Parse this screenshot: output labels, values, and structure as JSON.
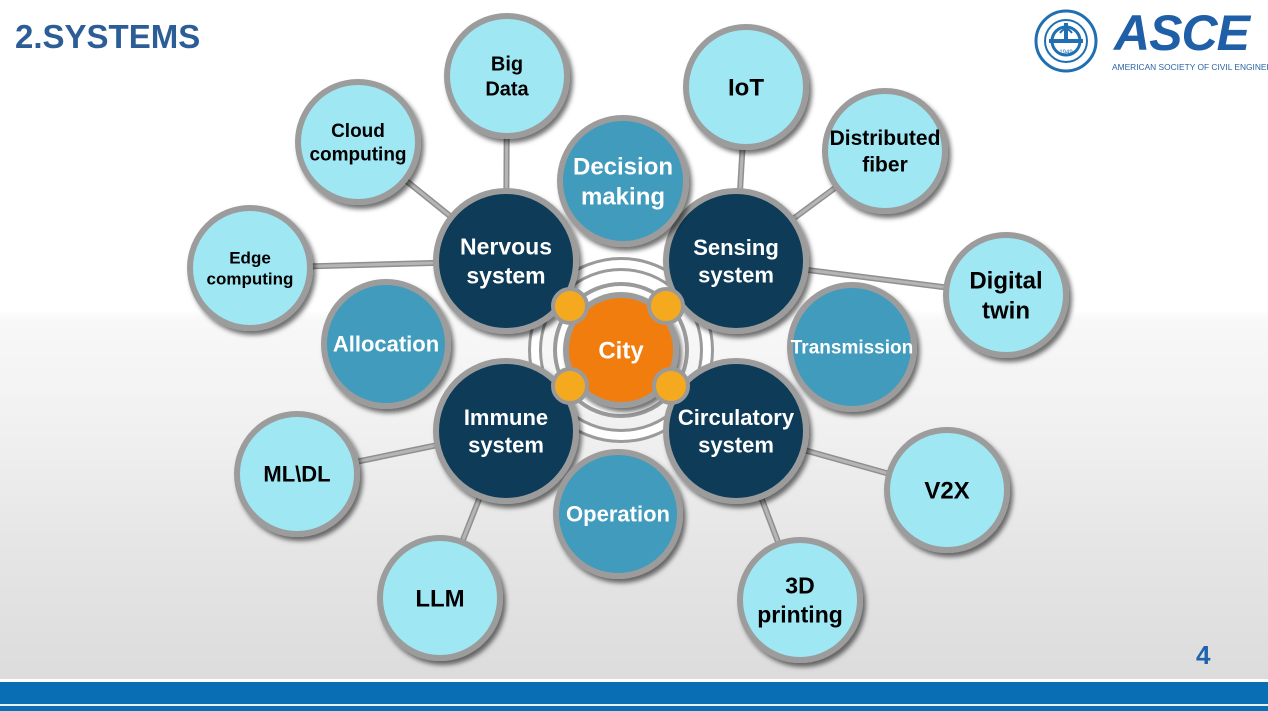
{
  "slide": {
    "title": "2.SYSTEMS",
    "page_number": "4",
    "logos": {
      "university": "Dalian University of Technology",
      "university_year": "1949",
      "asce_word": "ASCE",
      "asce_subtitle": "AMERICAN SOCIETY OF CIVIL ENGINEERS"
    }
  },
  "colors": {
    "title": "#2d5d97",
    "center": "#f07d0c",
    "connector_dot": "#f5a91e",
    "system": "#073a58",
    "function": "#3f9bbd",
    "technology": "#9fe7f3",
    "border": "#9c9c9c",
    "footer": "#0a6eb5"
  },
  "diagram": {
    "center": {
      "id": "city",
      "label": [
        "City"
      ]
    },
    "systems": [
      {
        "id": "nervous",
        "label": [
          "Nervous",
          "system"
        ]
      },
      {
        "id": "sensing",
        "label": [
          "Sensing",
          "system"
        ]
      },
      {
        "id": "immune",
        "label": [
          "Immune",
          "system"
        ]
      },
      {
        "id": "circulatory",
        "label": [
          "Circulatory",
          "system"
        ]
      }
    ],
    "functions": [
      {
        "id": "decision",
        "label": [
          "Decision",
          "making"
        ]
      },
      {
        "id": "allocation",
        "label": [
          "Allocation"
        ]
      },
      {
        "id": "transmission",
        "label": [
          "Transmission"
        ]
      },
      {
        "id": "operation",
        "label": [
          "Operation"
        ]
      }
    ],
    "technologies": [
      {
        "id": "bigdata",
        "label": [
          "Big",
          "Data"
        ],
        "parent": "nervous"
      },
      {
        "id": "cloud",
        "label": [
          "Cloud",
          "computing"
        ],
        "parent": "nervous"
      },
      {
        "id": "edge",
        "label": [
          "Edge",
          "computing"
        ],
        "parent": "nervous"
      },
      {
        "id": "iot",
        "label": [
          "IoT"
        ],
        "parent": "sensing"
      },
      {
        "id": "fiber",
        "label": [
          "Distributed",
          "fiber"
        ],
        "parent": "sensing"
      },
      {
        "id": "twin",
        "label": [
          "Digital",
          "twin"
        ],
        "parent": "sensing"
      },
      {
        "id": "mldl",
        "label": [
          "ML\\DL"
        ],
        "parent": "immune"
      },
      {
        "id": "llm",
        "label": [
          "LLM"
        ],
        "parent": "immune"
      },
      {
        "id": "v2x",
        "label": [
          "V2X"
        ],
        "parent": "circulatory"
      },
      {
        "id": "printing",
        "label": [
          "3D",
          "printing"
        ],
        "parent": "circulatory"
      }
    ]
  }
}
